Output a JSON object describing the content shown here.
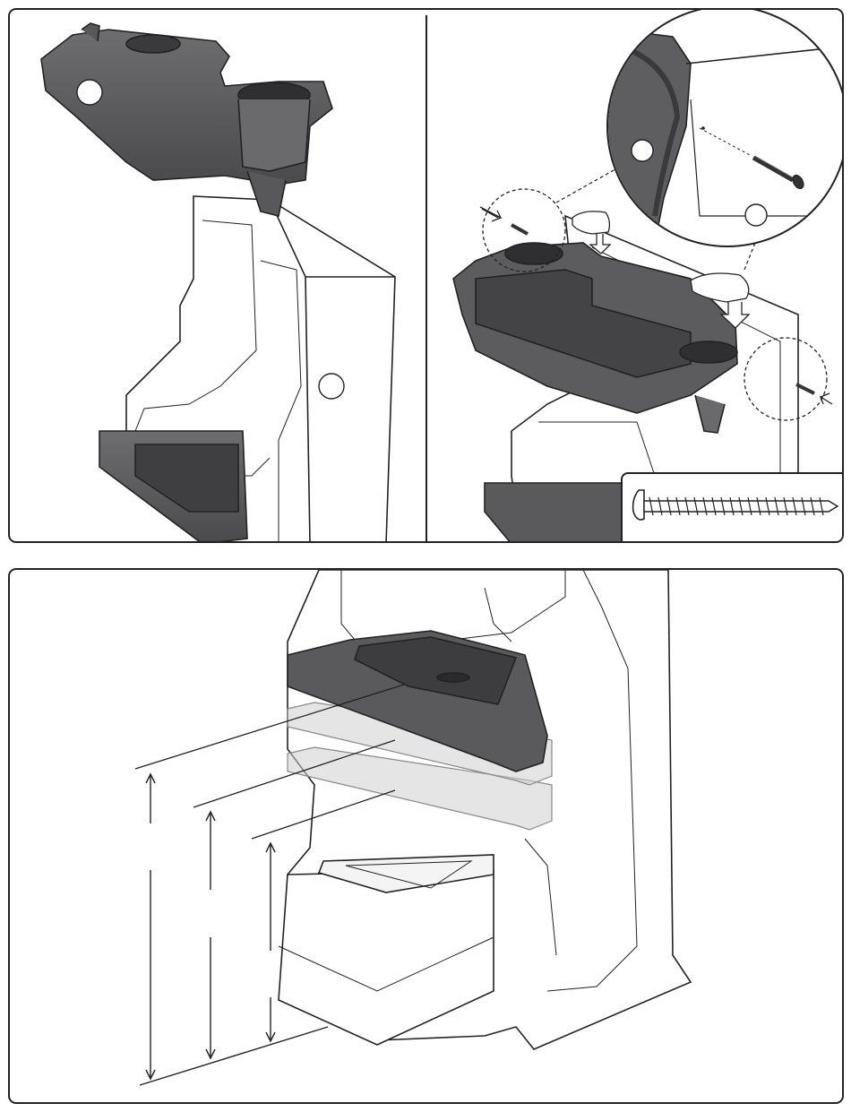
{
  "figure": {
    "panels": [
      "top",
      "bottom"
    ],
    "top_panel": {
      "sub_steps": [
        "left",
        "right"
      ],
      "callout_circles": 3,
      "inset": "screw-detail"
    },
    "bottom_panel": {
      "shelf_positions": 3,
      "dimension_arrows": 3
    }
  },
  "colors": {
    "outline": "#222222",
    "dark_part": "#5a5a5c",
    "light_part": "#ffffff",
    "ghost_part": "#bdbdbd"
  }
}
